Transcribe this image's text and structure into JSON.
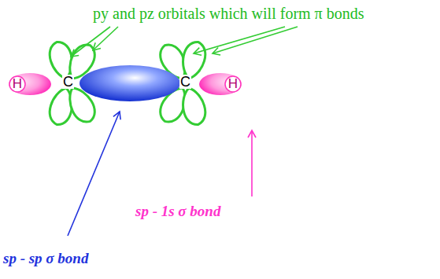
{
  "diagram": {
    "nodes": [
      {
        "text": [
          "H"
        ]
      },
      {
        "text": [
          "H"
        ]
      }
    ],
    "labels": [
      "py and pz orbitals which will form π bonds",
      "C",
      "C",
      "sp - 1s σ bond",
      "sp - sp σ bond"
    ]
  }
}
